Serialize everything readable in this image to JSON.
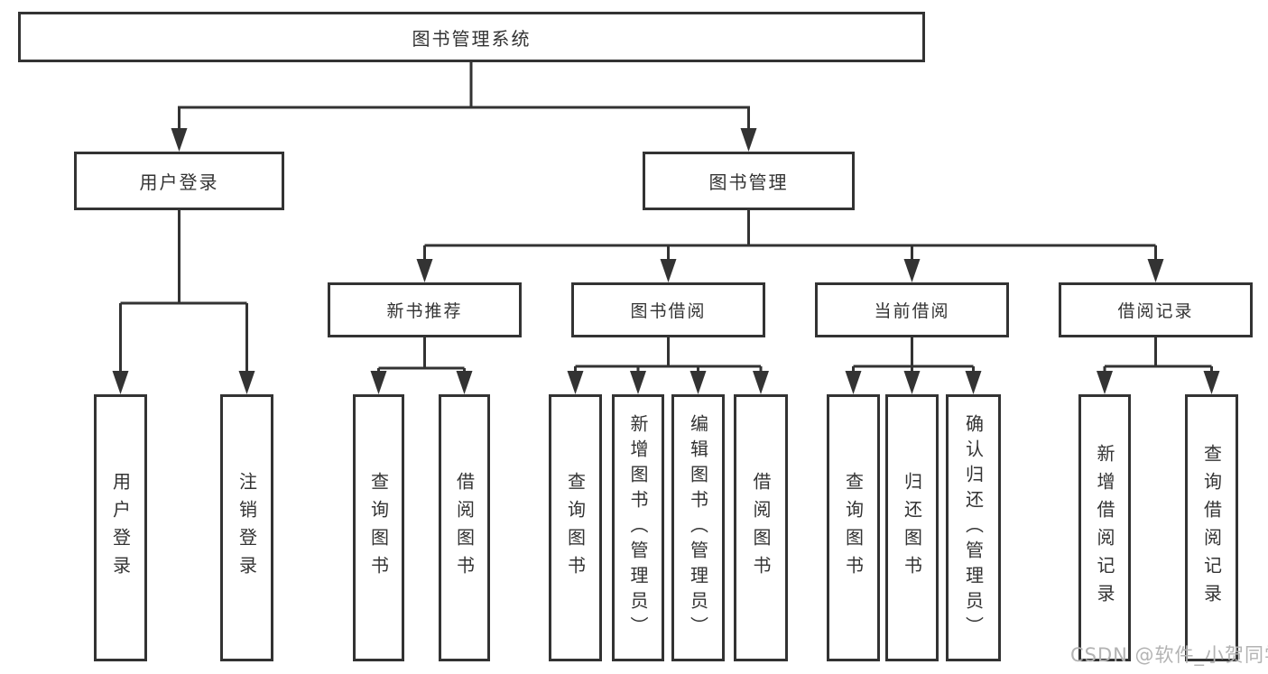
{
  "diagram": {
    "title_node": "图书管理系统",
    "level2": [
      {
        "label": "用户登录"
      },
      {
        "label": "图书管理"
      }
    ],
    "level3": [
      {
        "label": "新书推荐"
      },
      {
        "label": "图书借阅"
      },
      {
        "label": "当前借阅"
      },
      {
        "label": "借阅记录"
      }
    ],
    "leaves": {
      "user_login": [
        "用户登录",
        "注销登录"
      ],
      "new_book": [
        "查询图书",
        "借阅图书"
      ],
      "book_borrow": [
        "查询图书",
        "新增图书（管理员）",
        "编辑图书（管理员）",
        "借阅图书"
      ],
      "current_borrow": [
        "查询图书",
        "归还图书",
        "确认归还（管理员）"
      ],
      "borrow_records": [
        "新增借阅记录",
        "查询借阅记录"
      ]
    }
  },
  "watermark": {
    "text": "CSDN @软件_小贺同学",
    "color": "#b3b3b3"
  },
  "colors": {
    "line": "#333333",
    "text": "#333333",
    "background": "#ffffff"
  }
}
